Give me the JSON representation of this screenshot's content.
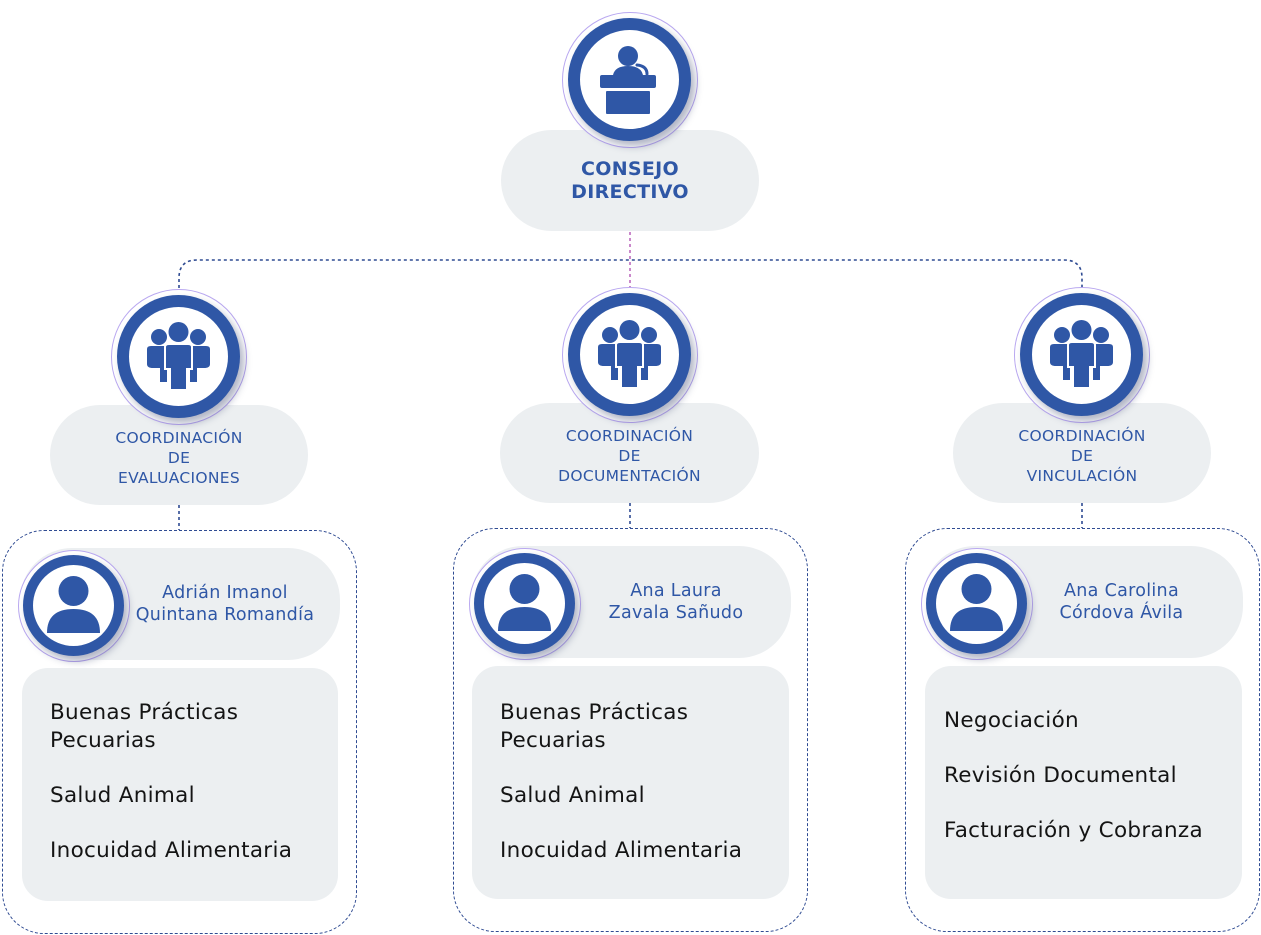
{
  "top": {
    "label_line1": "CONSEJO",
    "label_line2": "DIRECTIVO",
    "icon": "podium-speaker-icon"
  },
  "coordinations": [
    {
      "label": [
        "COORDINACIÓN",
        "DE",
        "EVALUACIONES"
      ],
      "icon": "group-icon",
      "person": {
        "line1": "Adrián Imanol",
        "line2": "Quintana Romandía",
        "icon": "user-icon"
      },
      "tasks": [
        [
          "Buenas Prácticas",
          "Pecuarias"
        ],
        [
          "Salud Animal"
        ],
        [
          "Inocuidad Alimentaria"
        ]
      ]
    },
    {
      "label": [
        "COORDINACIÓN",
        "DE",
        "DOCUMENTACIÓN"
      ],
      "icon": "group-icon",
      "person": {
        "line1": "Ana Laura",
        "line2": "Zavala Sañudo",
        "icon": "user-icon"
      },
      "tasks": [
        [
          "Buenas Prácticas",
          "Pecuarias"
        ],
        [
          "Salud Animal"
        ],
        [
          "Inocuidad Alimentaria"
        ]
      ]
    },
    {
      "label": [
        "COORDINACIÓN",
        "DE",
        "VINCULACIÓN"
      ],
      "icon": "group-icon",
      "person": {
        "line1": "Ana Carolina",
        "line2": "Córdova Ávila",
        "icon": "user-icon"
      },
      "tasks": [
        [
          "Negociación"
        ],
        [
          "Revisión Documental"
        ],
        [
          "Facturación y Cobranza"
        ]
      ]
    }
  ],
  "colors": {
    "primary": "#2f57a6",
    "pill": "#eceff1",
    "connector": "#2f4b92",
    "accent_line": "#b455b5",
    "ring_outline": "#b9a8f0",
    "text": "#141414"
  }
}
